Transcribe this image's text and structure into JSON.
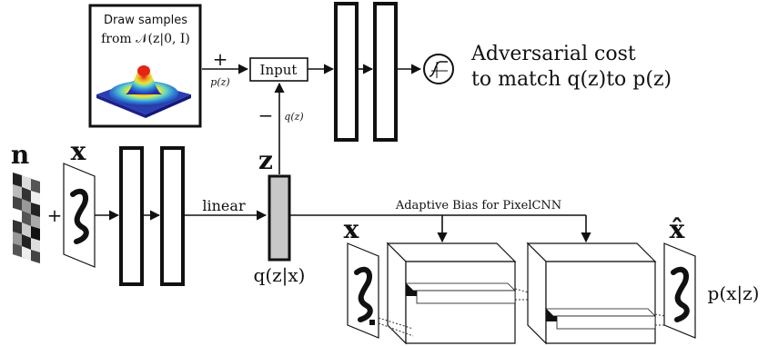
{
  "prior_box": {
    "line1": "Draw samples",
    "line2": "from 𝒩(z|0, I)"
  },
  "plus_sign": "+",
  "minus_sign": "−",
  "p_z_label": "p(z)",
  "q_z_label": "q(z)",
  "input_label": "Input",
  "adversarial": {
    "line1": "Adversarial cost",
    "line2": "to match q(z)to p(z)"
  },
  "n_label": "n",
  "x_label": "x",
  "x_plus": "+",
  "z_label": "z",
  "linear_label": "linear",
  "q_zx_label": "q(z|x)",
  "adaptive_bias_label": "Adaptive Bias for PixelCNN",
  "x_pixel_label": "x",
  "xhat_label": "x̂",
  "p_xz_label": "p(x|z)",
  "colors": {
    "latent_fill": "#c8c8c8",
    "outline": "#111111",
    "gaussian_peak": "#e32416",
    "gaussian_base": "#1f2fa8"
  }
}
